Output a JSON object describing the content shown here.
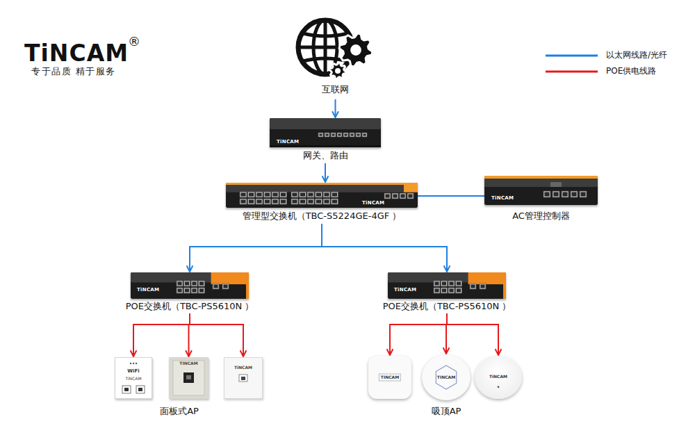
{
  "diagram": {
    "nodes": [
      {
        "text": [
          "互联网"
        ]
      },
      {
        "text": [
          "TiNCAM",
          "网关、路由"
        ]
      },
      {
        "text": [
          "TiNCAM",
          "管理型交换机（TBC-S5224GE-4GF ）"
        ]
      },
      {
        "text": [
          "TiNCAM",
          "AC管理控制器"
        ]
      },
      {
        "text": [
          "TiNCAM",
          "POE交换机（TBC-PS5610N ）"
        ]
      },
      {
        "text": [
          "TiNCAM",
          "POE交换机（TBC-PS5610N ）"
        ]
      },
      {
        "text": [
          "WiFi",
          "TiNCAM"
        ]
      },
      {
        "text": [
          "TINCAM"
        ]
      },
      {
        "text": [
          "TiNCAM"
        ]
      },
      {
        "text": [
          "TINCAM"
        ]
      },
      {
        "text": [
          "TINCAM"
        ]
      },
      {
        "text": [
          "TiNCAM"
        ]
      }
    ],
    "edges": [
      {
        "from": 0,
        "to": 1,
        "arrow": "to"
      },
      {
        "from": 1,
        "to": 2,
        "arrow": "to"
      },
      {
        "from": 2,
        "to": 3,
        "arrow": "none"
      },
      {
        "from": 2,
        "to": 4,
        "arrow": "to"
      },
      {
        "from": 2,
        "to": 5,
        "arrow": "to"
      },
      {
        "from": 4,
        "to": 6,
        "arrow": "to"
      },
      {
        "from": 4,
        "to": 7,
        "arrow": "to"
      },
      {
        "from": 4,
        "to": 8,
        "arrow": "to"
      },
      {
        "from": 5,
        "to": 9,
        "arrow": "to"
      },
      {
        "from": 5,
        "to": 10,
        "arrow": "to"
      },
      {
        "from": 5,
        "to": 11,
        "arrow": "to"
      }
    ],
    "labels": [
      "TiNCAM",
      "®",
      "专于品质 精于服务",
      "面板式AP",
      "吸顶AP"
    ],
    "legend": [
      {
        "text": "以太网线路/光纤"
      },
      {
        "text": "POE供电线路"
      }
    ]
  }
}
